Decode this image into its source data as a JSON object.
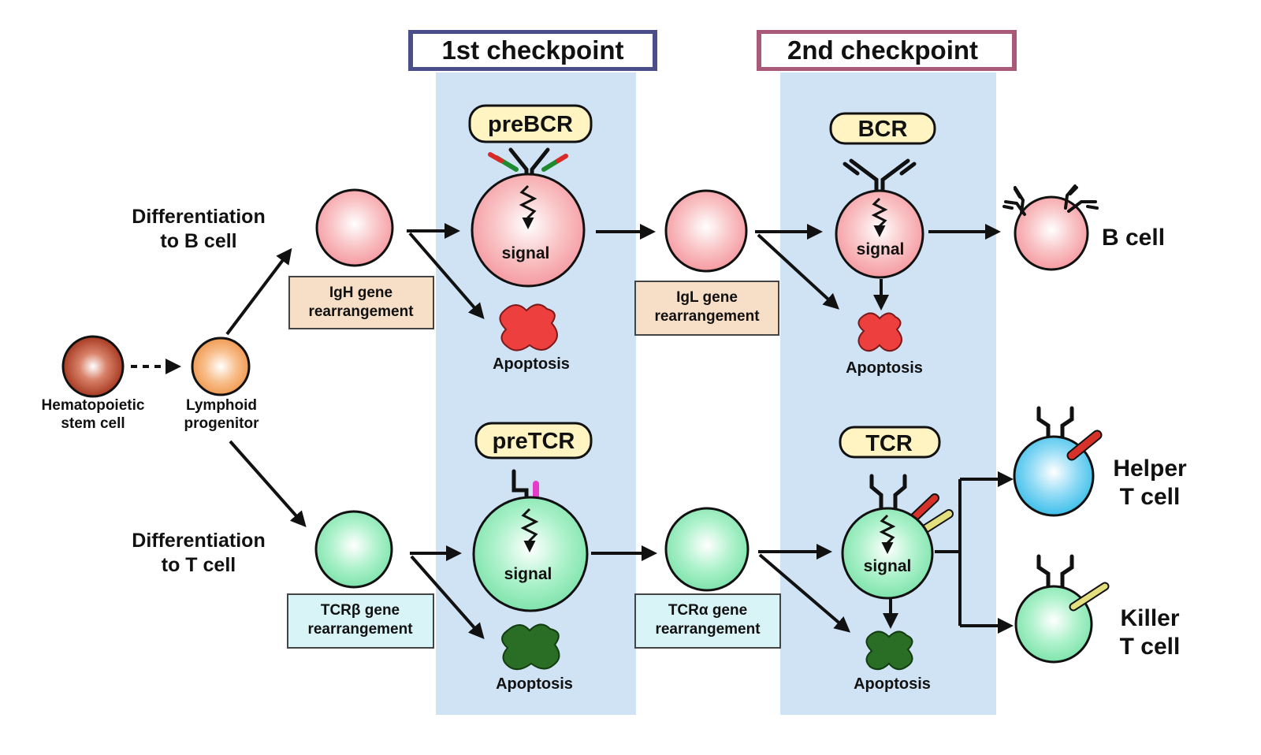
{
  "colors": {
    "checkpoint_band": "#cfe3f5",
    "checkpoint1_border": "#4a4f8a",
    "checkpoint2_border": "#a85a78",
    "b_cell": "#f7a8ad",
    "t_cell": "#8ee8b8",
    "helper_t_cell": "#5cc8ee",
    "stem_cell": "#b0432a",
    "lymphoid_progenitor": "#f3a566",
    "apoptosis_b": "#ee3f3f",
    "apoptosis_t": "#2a6d25",
    "gene_box_b": "#f7dec7",
    "gene_box_t": "#d8f4f6",
    "receptor_tag": "#fff4c2"
  },
  "checkpoints": {
    "first": "1st checkpoint",
    "second": "2nd checkpoint"
  },
  "start": {
    "stem_cell": "Hematopoietic stem cell",
    "progenitor": "Lymphoid progenitor"
  },
  "b_branch": {
    "title": [
      "Differentiation",
      "to B cell"
    ],
    "heavy_rearrangement": [
      "IgH gene",
      "rearrangement"
    ],
    "prereceptor": "preBCR",
    "light_rearrangement": [
      "IgL gene",
      "rearrangement"
    ],
    "receptor": "BCR",
    "final": "B cell"
  },
  "t_branch": {
    "title": [
      "Differentiation",
      "to T cell"
    ],
    "beta_rearrangement": [
      "TCRβ gene",
      "rearrangement"
    ],
    "prereceptor": "preTCR",
    "alpha_rearrangement": [
      "TCRα gene",
      "rearrangement"
    ],
    "receptor": "TCR",
    "helper": [
      "Helper",
      "T cell"
    ],
    "killer": [
      "Killer",
      "T cell"
    ]
  },
  "common": {
    "signal": "signal",
    "apoptosis": "Apoptosis"
  }
}
